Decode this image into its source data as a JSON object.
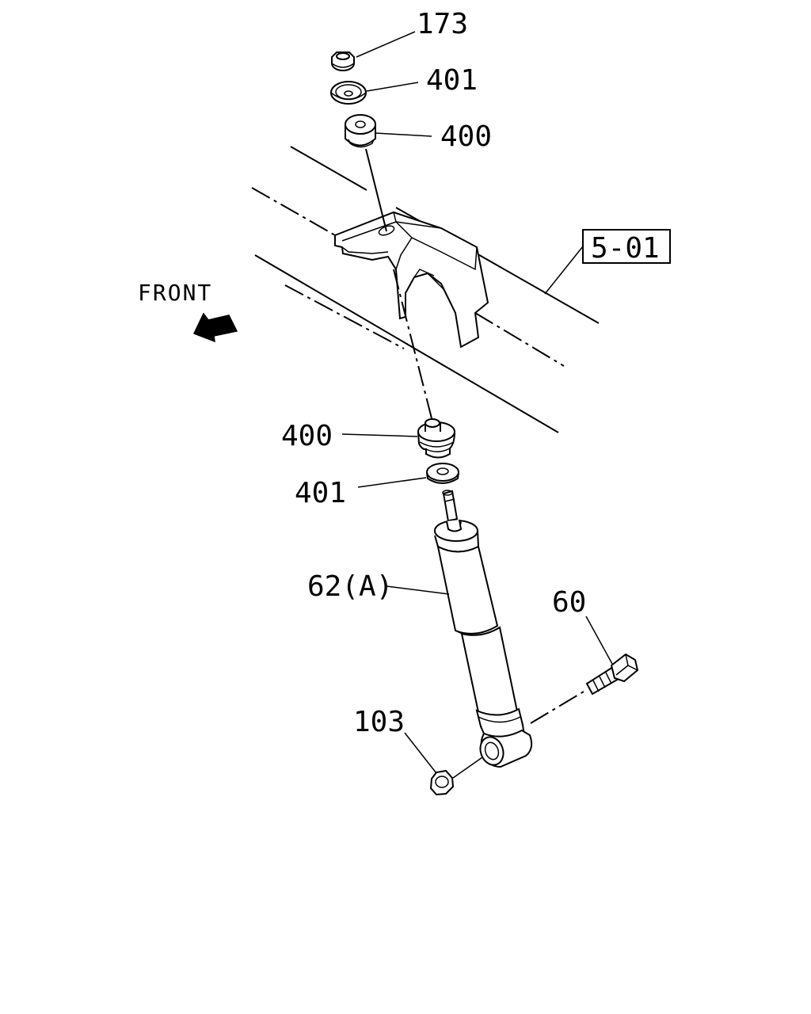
{
  "labels": {
    "nut_top": "173",
    "washer_top": "401",
    "bushing_top": "400",
    "ref_box": "5-01",
    "front": "FRONT",
    "bushing_bottom": "400",
    "washer_bottom": "401",
    "shock_absorber": "62(A)",
    "bolt": "60",
    "nut_bottom": "103"
  },
  "icons": {
    "front_arrow": "front-arrow-icon"
  },
  "colors": {
    "line": "#000000",
    "background": "#ffffff"
  }
}
